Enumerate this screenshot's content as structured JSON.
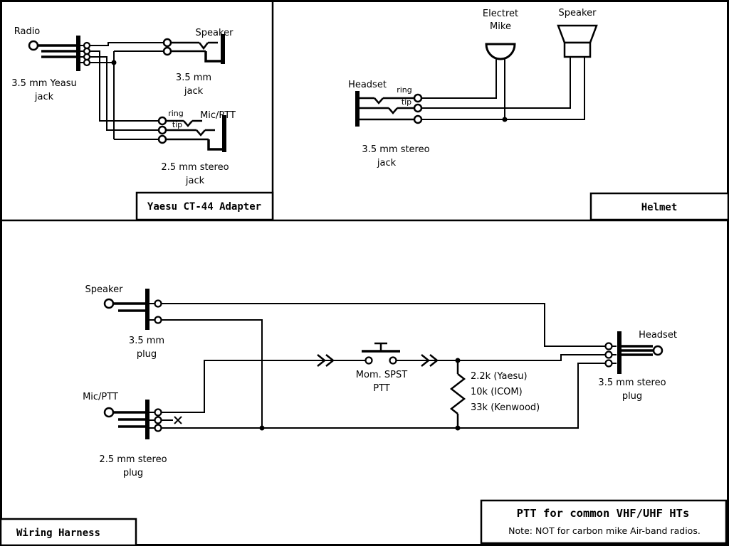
{
  "colors": {
    "ink": "#000000",
    "background": "#ffffff"
  },
  "adapter": {
    "box_title": "Yaesu CT-44 Adapter",
    "radio_label": "Radio",
    "radio_caption_1": "3.5 mm Yeasu",
    "radio_caption_2": "jack",
    "speaker_label": "Speaker",
    "speaker_caption_1": "3.5 mm",
    "speaker_caption_2": "jack",
    "mic_label": "Mic/PTT",
    "ring_label": "ring",
    "tip_label": "tip",
    "mic_caption_1": "2.5 mm stereo",
    "mic_caption_2": "jack"
  },
  "helmet": {
    "box_title": "Helmet",
    "mike_label_1": "Electret",
    "mike_label_2": "Mike",
    "speaker_label": "Speaker",
    "headset_label": "Headset",
    "ring_label": "ring",
    "tip_label": "tip",
    "jack_caption_1": "3.5 mm stereo",
    "jack_caption_2": "jack"
  },
  "harness": {
    "box_title": "Wiring Harness",
    "speaker_label": "Speaker",
    "speaker_caption_1": "3.5 mm",
    "speaker_caption_2": "plug",
    "mic_label": "Mic/PTT",
    "mic_caption_1": "2.5 mm stereo",
    "mic_caption_2": "plug",
    "switch_caption_1": "Mom. SPST",
    "switch_caption_2": "PTT",
    "resistor_value_1": "2.2k (Yaesu)",
    "resistor_value_2": "10k (ICOM)",
    "resistor_value_3": "33k (Kenwood)",
    "headset_label": "Headset",
    "headset_caption_1": "3.5 mm stereo",
    "headset_caption_2": "plug"
  },
  "title_box": {
    "title": "PTT for common VHF/UHF HTs",
    "note": "Note: NOT for carbon mike Air-band radios."
  }
}
